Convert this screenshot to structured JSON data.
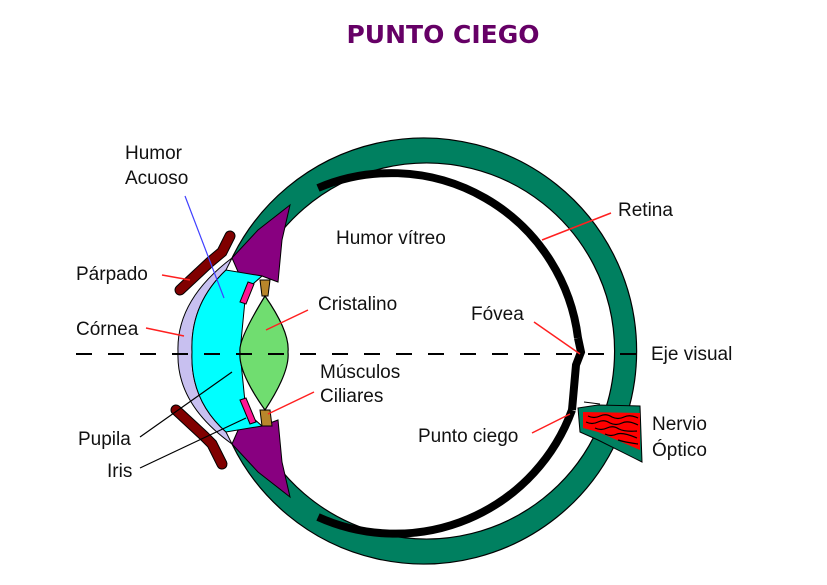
{
  "title": "PUNTO CIEGO",
  "labels": {
    "humor_acuoso_line1": "Humor",
    "humor_acuoso_line2": "Acuoso",
    "parpado": "Párpado",
    "cornea": "Córnea",
    "pupila": "Pupila",
    "iris": "Iris",
    "humor_vitreo": "Humor vítreo",
    "cristalino": "Cristalino",
    "musculos_line1": "Músculos",
    "musculos_line2": "Ciliares",
    "retina": "Retina",
    "fovea": "Fóvea",
    "eje_visual": "Eje visual",
    "punto_ciego": "Punto ciego",
    "nervio_line1": "Nervio",
    "nervio_line2": "Óptico"
  },
  "colors": {
    "title": "#660066",
    "sclera": "#008060",
    "choroid_retina": "#000000",
    "ciliary_body": "#880080",
    "iris": "#ff1493",
    "aqueous_humor": "#00ffff",
    "cornea": "#c8c0f0",
    "lens": "#70dd70",
    "suspensory": "#b8862b",
    "eyelid": "#800000",
    "optic_nerve": "#ff0000",
    "leader_red": "#ff2020",
    "leader_blue": "#4040ff",
    "leader_black": "#000000"
  }
}
